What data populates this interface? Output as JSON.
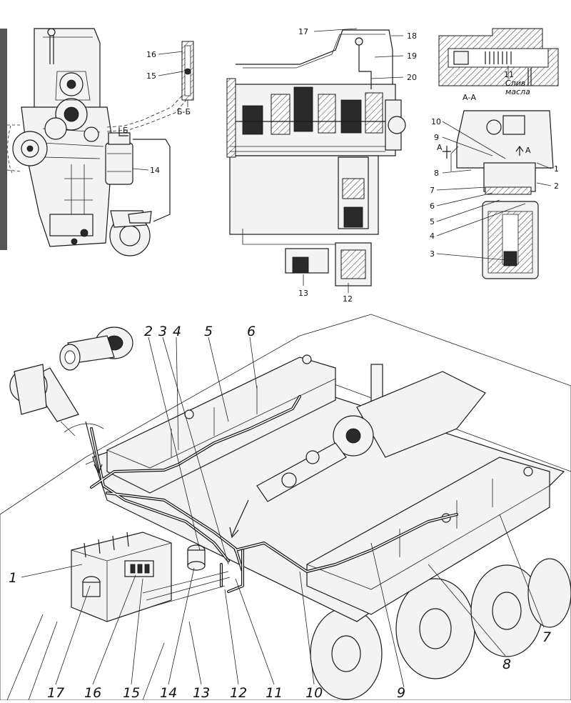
{
  "figure": {
    "upper_left": {
      "view_label": "Б-Б",
      "mark": "Б",
      "callouts": [
        "14",
        "15",
        "16"
      ]
    },
    "upper_middle": {
      "callouts": [
        "12",
        "13",
        "17",
        "18",
        "19",
        "20"
      ]
    },
    "upper_right": {
      "section_label": "А-А",
      "arrow_label": "А",
      "drain_text_line1": "Слив",
      "drain_text_line2": "масла",
      "callouts": [
        "1",
        "2",
        "3",
        "4",
        "5",
        "6",
        "7",
        "8",
        "9",
        "10",
        "11"
      ]
    },
    "lower": {
      "callouts": [
        "1",
        "2",
        "3",
        "4",
        "5",
        "6",
        "7",
        "8",
        "9",
        "10",
        "11",
        "12",
        "13",
        "14",
        "15",
        "16",
        "17"
      ]
    }
  }
}
